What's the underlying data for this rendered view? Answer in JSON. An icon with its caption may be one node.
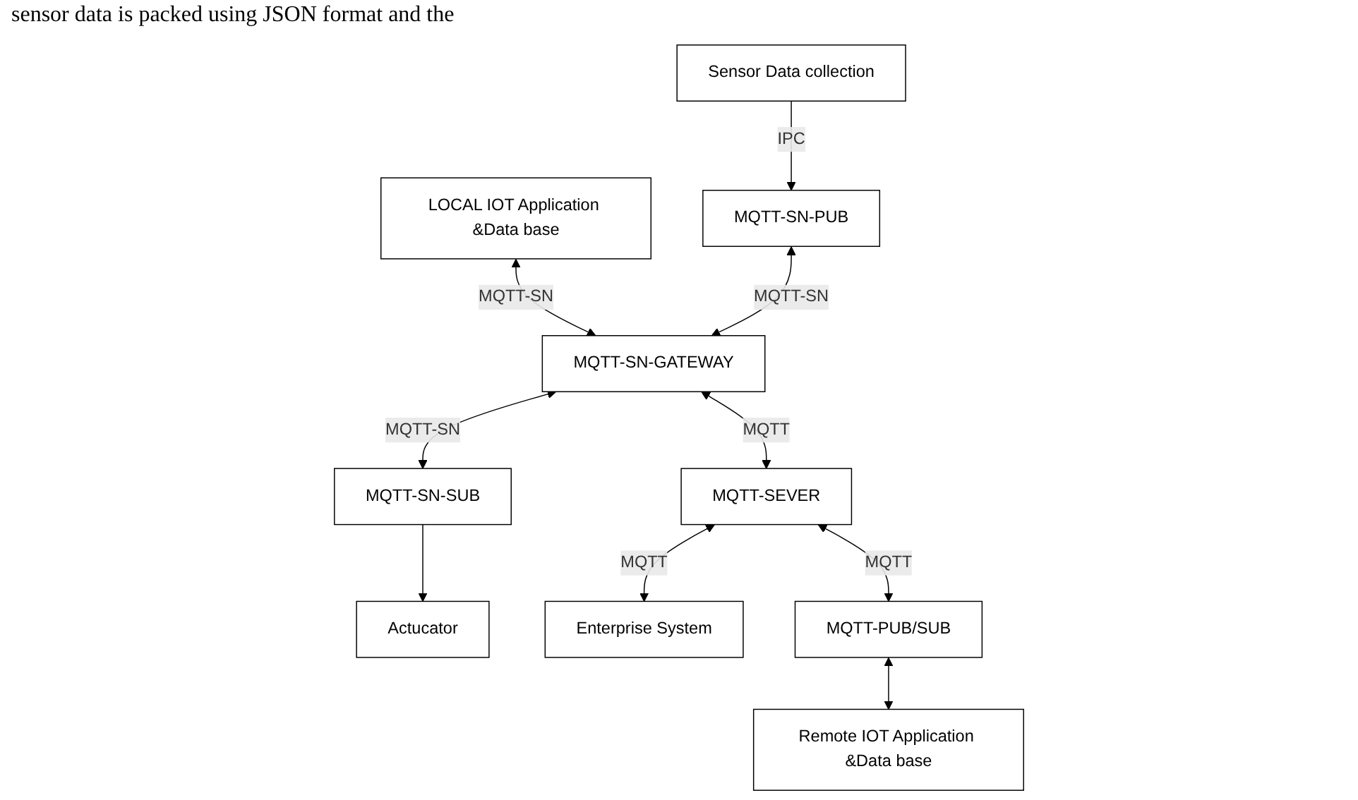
{
  "diagram": {
    "nodes": [
      {
        "text": [
          "LOCAL IOT Application &Data base"
        ]
      },
      {
        "text": [
          "MQTT-SN-PUB"
        ]
      },
      {
        "text": [
          "MQTT-SN-GATEWAY"
        ]
      },
      {
        "text": [
          "MQTT-SN-SUB"
        ]
      },
      {
        "text": [
          "Sensor Data collection"
        ]
      },
      {
        "text": [
          "Actucator"
        ]
      },
      {
        "text": [
          "MQTT-SEVER"
        ]
      },
      {
        "text": [
          "Enterprise System"
        ]
      },
      {
        "text": [
          "MQTT-PUB/SUB"
        ]
      },
      {
        "text": [
          "Remote IOT Application &Data base"
        ]
      }
    ],
    "edges": [
      {
        "from": 0,
        "to": 2,
        "arrow": "both",
        "label": "MQTT-SN"
      },
      {
        "from": 1,
        "to": 2,
        "arrow": "both",
        "label": "MQTT-SN"
      },
      {
        "from": 2,
        "to": 3,
        "arrow": "both",
        "label": "MQTT-SN"
      },
      {
        "from": 4,
        "to": 1,
        "arrow": "to",
        "label": "IPC"
      },
      {
        "from": 3,
        "to": 5,
        "arrow": "to"
      },
      {
        "from": 2,
        "to": 6,
        "arrow": "both",
        "label": "MQTT"
      },
      {
        "from": 6,
        "to": 7,
        "arrow": "both",
        "label": "MQTT"
      },
      {
        "from": 6,
        "to": 8,
        "arrow": "both",
        "label": "MQTT"
      },
      {
        "from": 8,
        "to": 9,
        "arrow": "both"
      }
    ],
    "labels": [
      "sensor data is packed using JSON format and the"
    ]
  }
}
